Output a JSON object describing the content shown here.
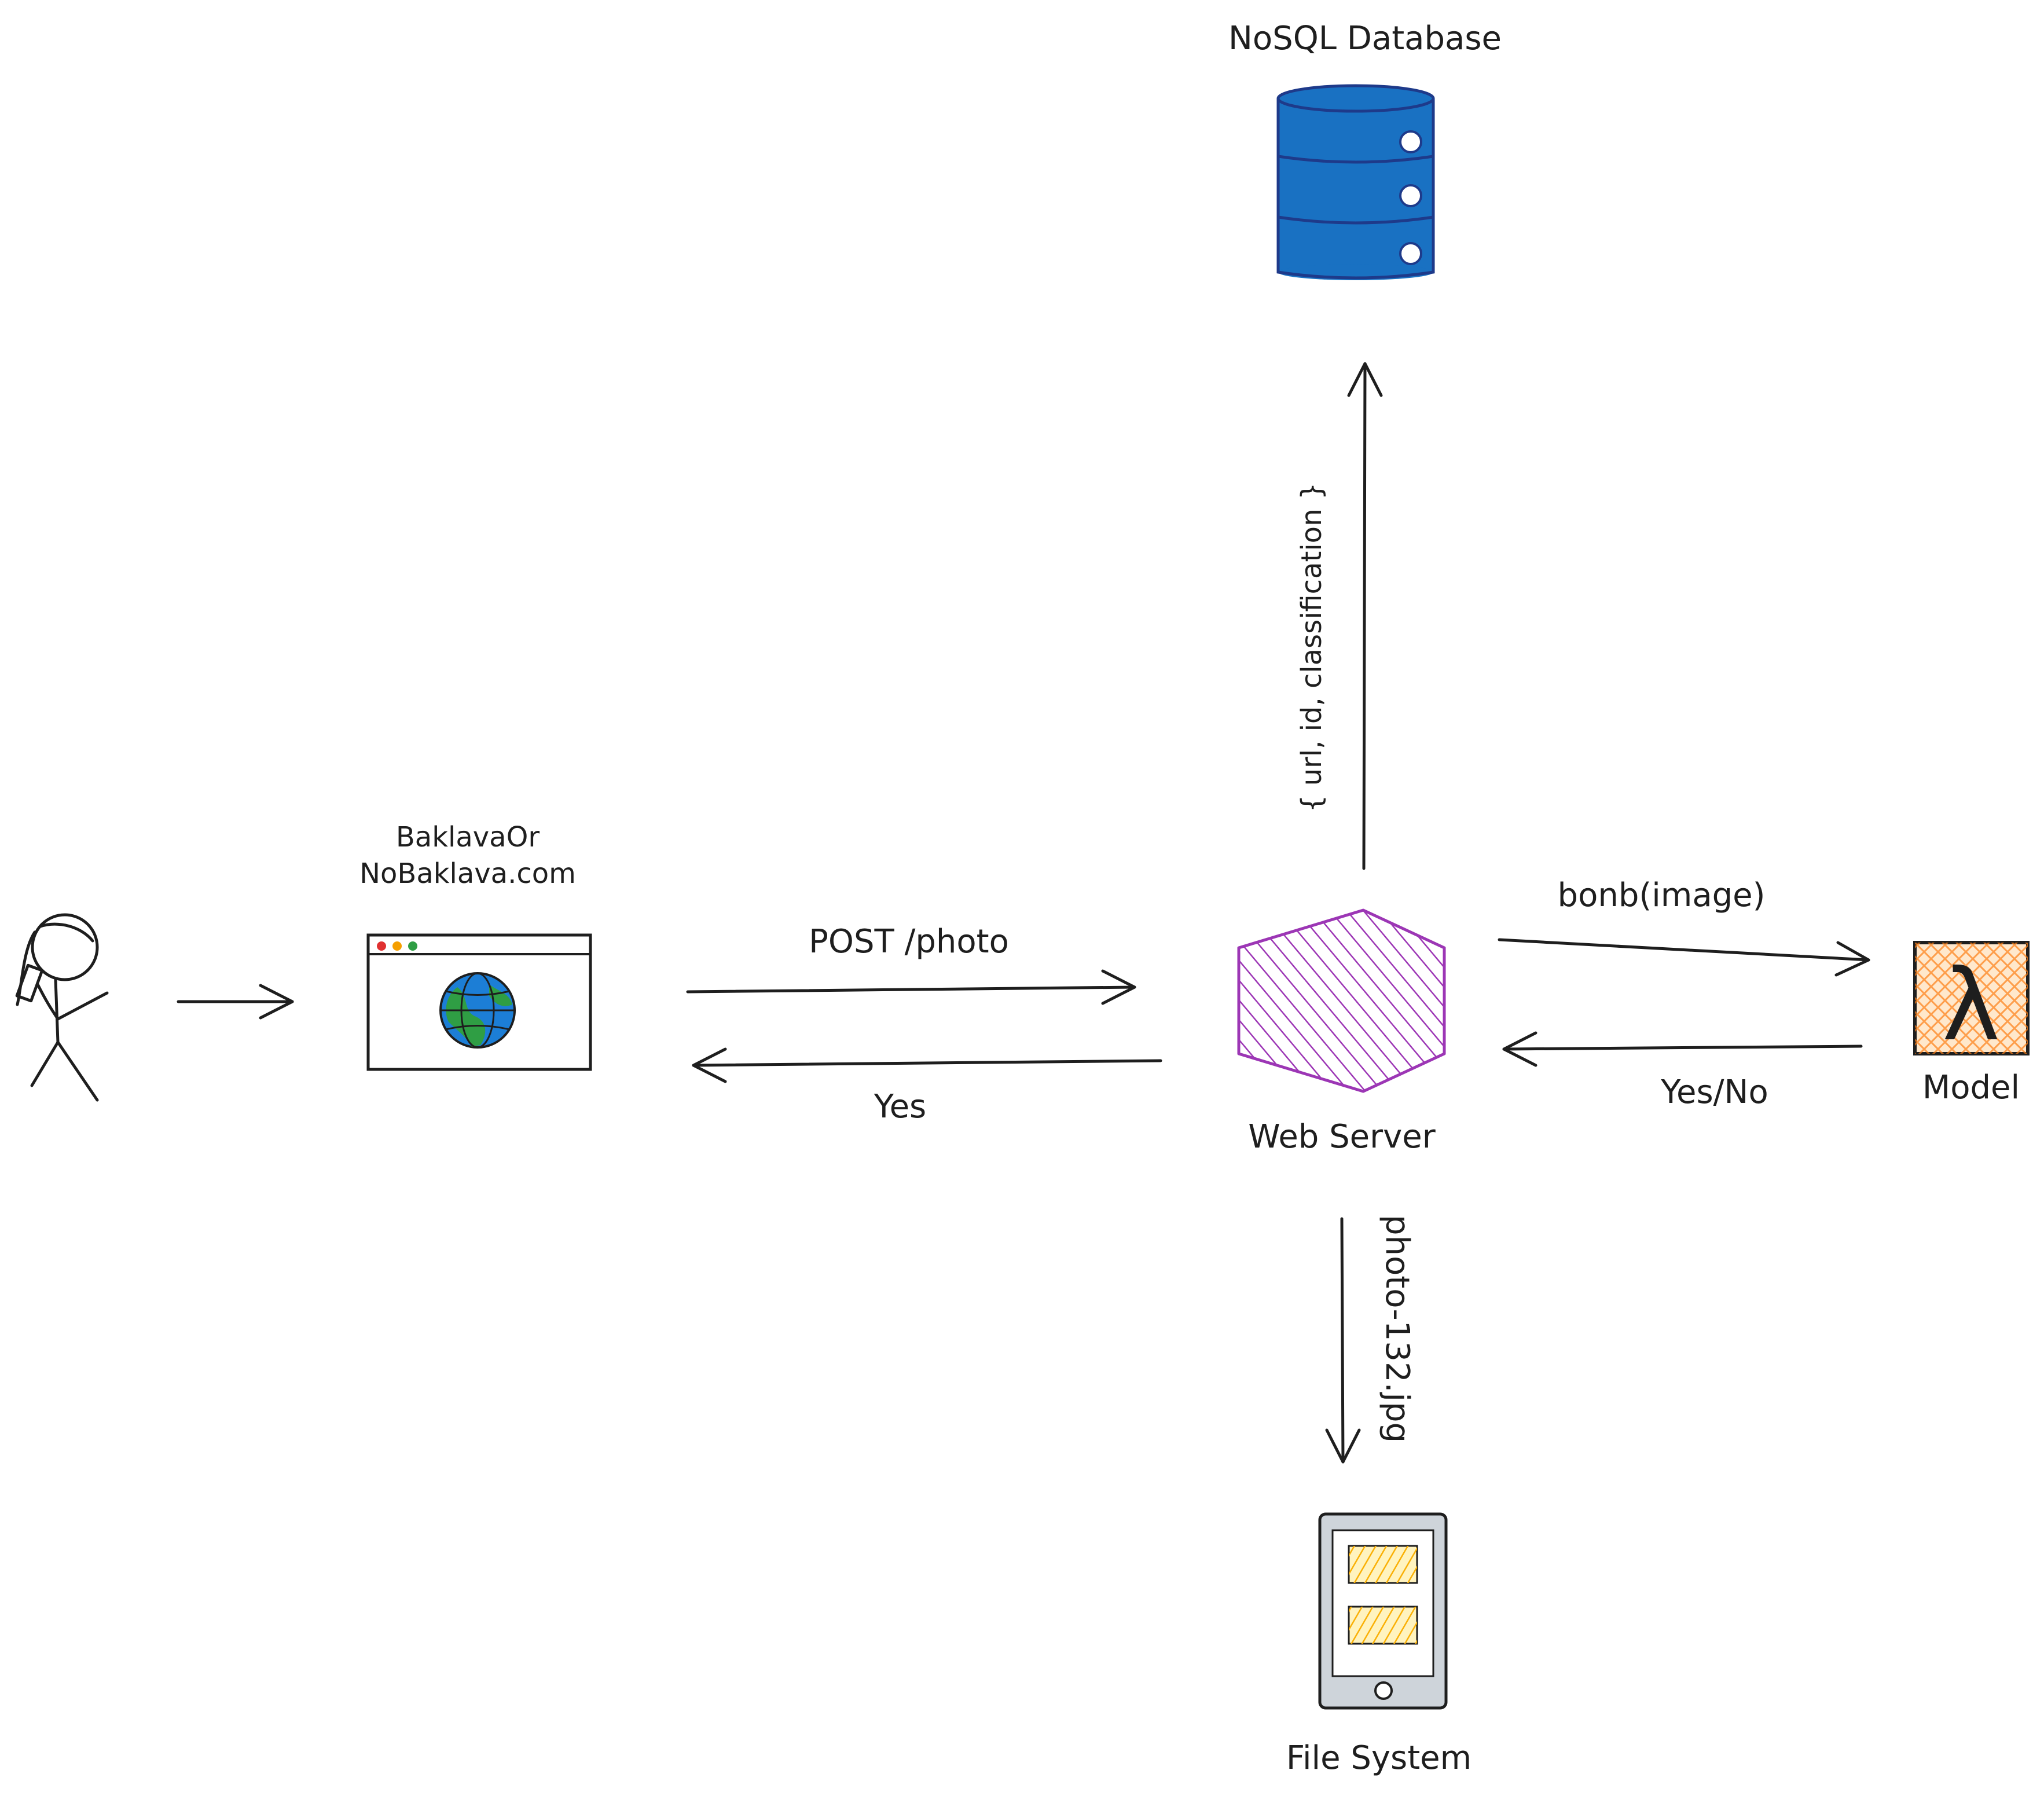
{
  "nodes": {
    "website": {
      "line1": "BaklavaOr",
      "line2": "NoBaklava.com"
    },
    "web_server": {
      "label": "Web Server"
    },
    "database": {
      "label": "NoSQL Database"
    },
    "model": {
      "label": "Model",
      "symbol": "λ"
    },
    "file_system": {
      "label": "File System"
    }
  },
  "edges": {
    "post_photo": "POST /photo",
    "yes": "Yes",
    "bonb": "bonb(image)",
    "yes_no": "Yes/No",
    "db_record": "{ url, id, classification }",
    "photo_file": "photo-132.jpg"
  },
  "colors": {
    "ink": "#1e1e1e",
    "database_fill": "#1971c2",
    "web_server": "#9c36b5",
    "model_fill": "#fd7e14",
    "file_tile": "#fab005",
    "device_fill": "#ced4da",
    "globe_blue": "#1c7ed6",
    "globe_green": "#2f9e44"
  }
}
